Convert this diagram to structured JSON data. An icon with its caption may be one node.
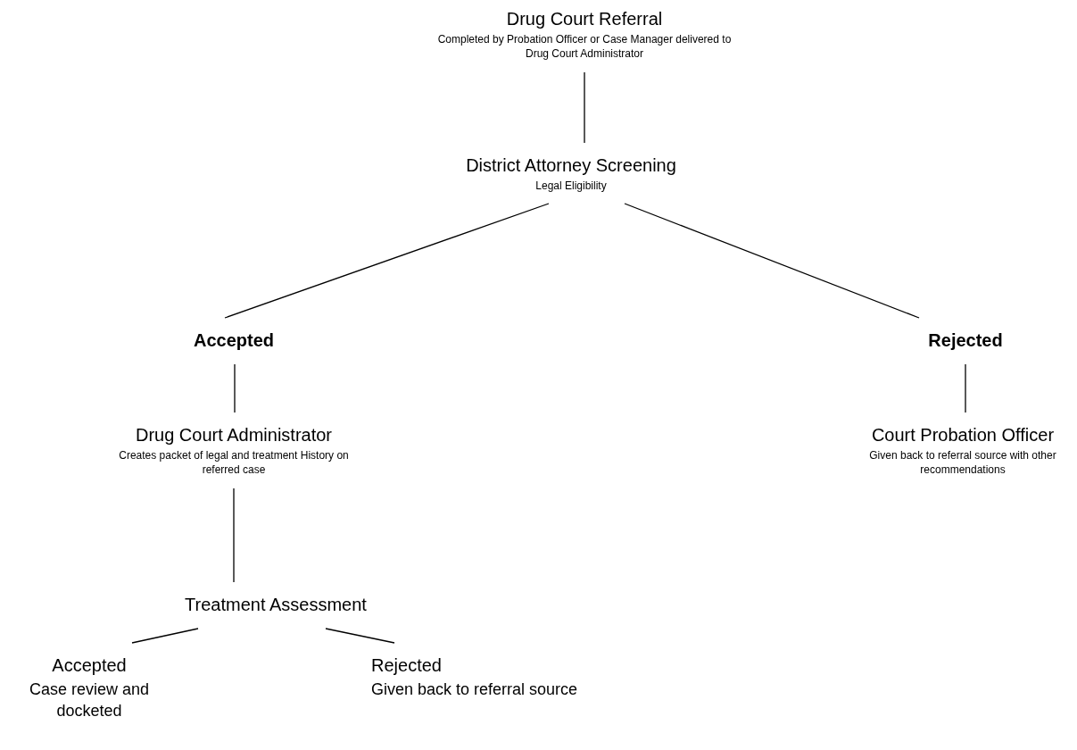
{
  "diagram": {
    "nodes": [
      {
        "text": [
          "Drug Court Referral",
          "Completed by Probation Officer or Case Manager delivered to Drug Court Administrator"
        ]
      },
      {
        "text": [
          "District Attorney Screening",
          "Legal Eligibility"
        ]
      },
      {
        "text": [
          "Accepted"
        ]
      },
      {
        "text": [
          "Rejected"
        ]
      },
      {
        "text": [
          "Drug Court Administrator",
          "Creates packet of legal and treatment History on referred case"
        ]
      },
      {
        "text": [
          "Court Probation Officer",
          "Given back to referral source with other recommendations"
        ]
      },
      {
        "text": [
          "Treatment Assessment"
        ]
      },
      {
        "text": [
          "Accepted",
          "Case review and docketed"
        ]
      },
      {
        "text": [
          "Rejected",
          "Given back to referral source"
        ]
      }
    ],
    "edges": [
      {
        "from": 0,
        "to": 1,
        "arrow": "none"
      },
      {
        "from": 1,
        "to": 2,
        "arrow": "none"
      },
      {
        "from": 1,
        "to": 3,
        "arrow": "none"
      },
      {
        "from": 2,
        "to": 4,
        "arrow": "none"
      },
      {
        "from": 3,
        "to": 5,
        "arrow": "none"
      },
      {
        "from": 4,
        "to": 6,
        "arrow": "none"
      },
      {
        "from": 6,
        "to": 7,
        "arrow": "none"
      },
      {
        "from": 6,
        "to": 8,
        "arrow": "none"
      }
    ]
  }
}
